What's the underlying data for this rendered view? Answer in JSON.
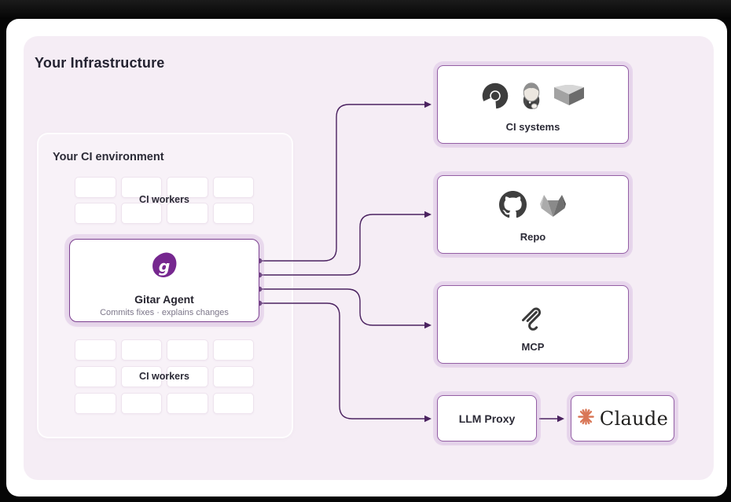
{
  "page": {
    "title": "Your Infrastructure"
  },
  "ci_env": {
    "title": "Your CI environment",
    "workers_label_top": "CI workers",
    "workers_label_bottom": "CI workers",
    "top_grid": {
      "rows": 2,
      "cols": 4
    },
    "bottom_grid": {
      "rows": 3,
      "cols": 4
    }
  },
  "agent": {
    "name": "Gitar Agent",
    "subtitle": "Commits fixes · explains changes",
    "logo_icon": "gitar-logo"
  },
  "targets": {
    "ci_systems": {
      "label": "CI systems",
      "icons": [
        "circleci-icon",
        "jenkins-icon",
        "buildkite-icon"
      ]
    },
    "repo": {
      "label": "Repo",
      "icons": [
        "github-icon",
        "gitlab-icon"
      ]
    },
    "mcp": {
      "label": "MCP",
      "icons": [
        "mcp-icon"
      ]
    },
    "llm_proxy": {
      "label": "LLM Proxy"
    },
    "claude": {
      "label": "Claude",
      "icons": [
        "claude-sunburst-icon"
      ]
    }
  },
  "connections": [
    "agent-to-ci-systems",
    "agent-to-repo",
    "agent-to-mcp",
    "agent-to-llm-proxy",
    "llm-proxy-to-claude"
  ],
  "colors": {
    "frame_black": "#060606",
    "card_white": "#ffffff",
    "panel_pink": "#f5edf5",
    "ci_env_fill": "#f8f2f8",
    "accent_purple": "#7d4191",
    "line_purple": "#4b2260",
    "claude_orange": "#d97757",
    "text_dark": "#26242f",
    "text_gray": "#7c7689"
  }
}
